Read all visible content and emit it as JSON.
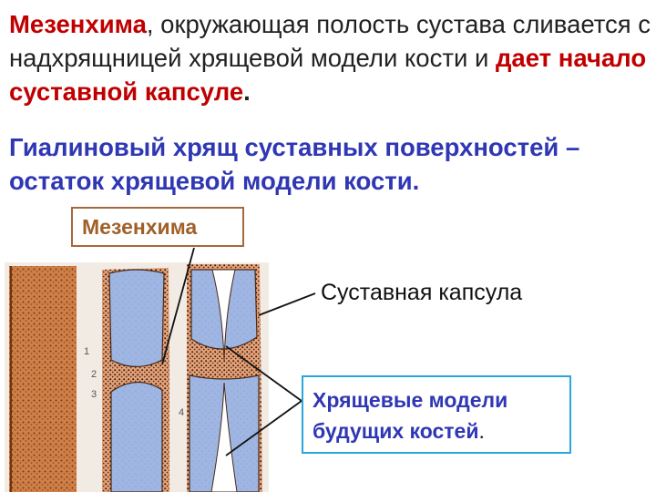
{
  "text": {
    "p1_part1": "Мезенхима",
    "p1_part2": ", окружающая полость сустава сливается с надхрящницей хрящевой модели кости и ",
    "p1_part3": "дает начало суставной капсуле",
    "p1_part4": ".",
    "p2": "Гиалиновый хрящ суставных поверхностей – остаток хрящевой модели кости."
  },
  "labels": {
    "mesenchyme": "Мезенхима",
    "capsule": "Суставная капсула",
    "models_text": "Хрящевые модели будущих костей",
    "models_dot": "."
  },
  "figure_numbers": [
    "1",
    "2",
    "3",
    "4"
  ],
  "colors": {
    "red": "#c00000",
    "blue": "#2f37b4",
    "brown": "#a0602a",
    "cartilage": "#9fb6e3",
    "mesenchyme_fill": "#d9875a"
  }
}
